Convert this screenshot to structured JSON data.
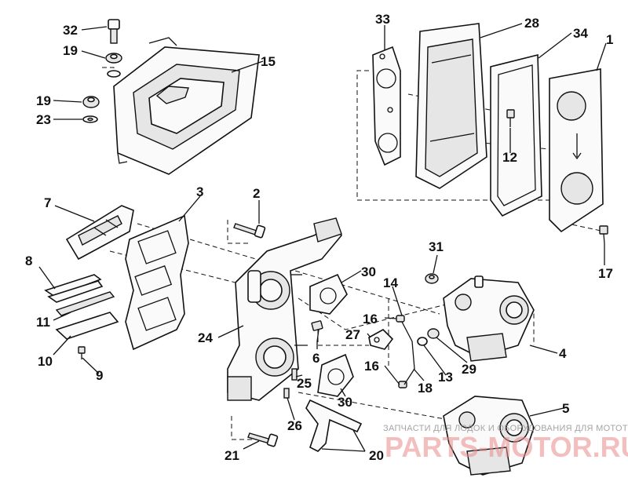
{
  "labels": {
    "p1": "1",
    "p2": "2",
    "p3": "3",
    "p4": "4",
    "p5": "5",
    "p6": "6",
    "p7": "7",
    "p8": "8",
    "p9": "9",
    "p10": "10",
    "p11": "11",
    "p12": "12",
    "p13": "13",
    "p14": "14",
    "p15": "15",
    "p16a": "16",
    "p16b": "16",
    "p17": "17",
    "p18": "18",
    "p19a": "19",
    "p19b": "19",
    "p20": "20",
    "p21": "21",
    "p23": "23",
    "p24": "24",
    "p25": "25",
    "p26": "26",
    "p27": "27",
    "p28": "28",
    "p29": "29",
    "p30a": "30",
    "p30b": "30",
    "p31": "31",
    "p32": "32",
    "p33": "33",
    "p34": "34"
  },
  "watermark": {
    "small": "ЗАПЧАСТИ ДЛЯ ЛОДОК И ОБОРУДОВАНИЯ ДЛЯ МОТОТЕХНИКИ",
    "big": "PARTS-MOTOR.RU"
  }
}
